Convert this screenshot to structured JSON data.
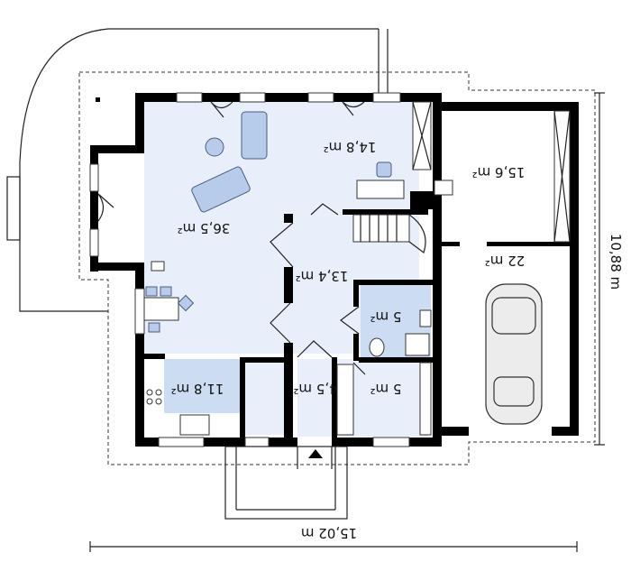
{
  "rooms": {
    "living": "36,5 m²",
    "study": "14,8 m²",
    "garage_storage": "15,6 m²",
    "garage": "22 m²",
    "hall": "13,4 m²",
    "bathroom": "5 m²",
    "kitchen": "11,8 m²",
    "vestibule": "4,5 m²",
    "utility": "5 m²"
  },
  "dimensions": {
    "width": "15,02 m",
    "depth": "10,88 m"
  },
  "colors": {
    "wall": "#000000",
    "room_fill": "#e9effa",
    "wet_room_fill": "#cbdcf3",
    "furniture": "#b7cbeb"
  },
  "icons": [
    "car-icon",
    "sofa-icon",
    "entrance-arrow-icon",
    "north-marker-icon"
  ]
}
